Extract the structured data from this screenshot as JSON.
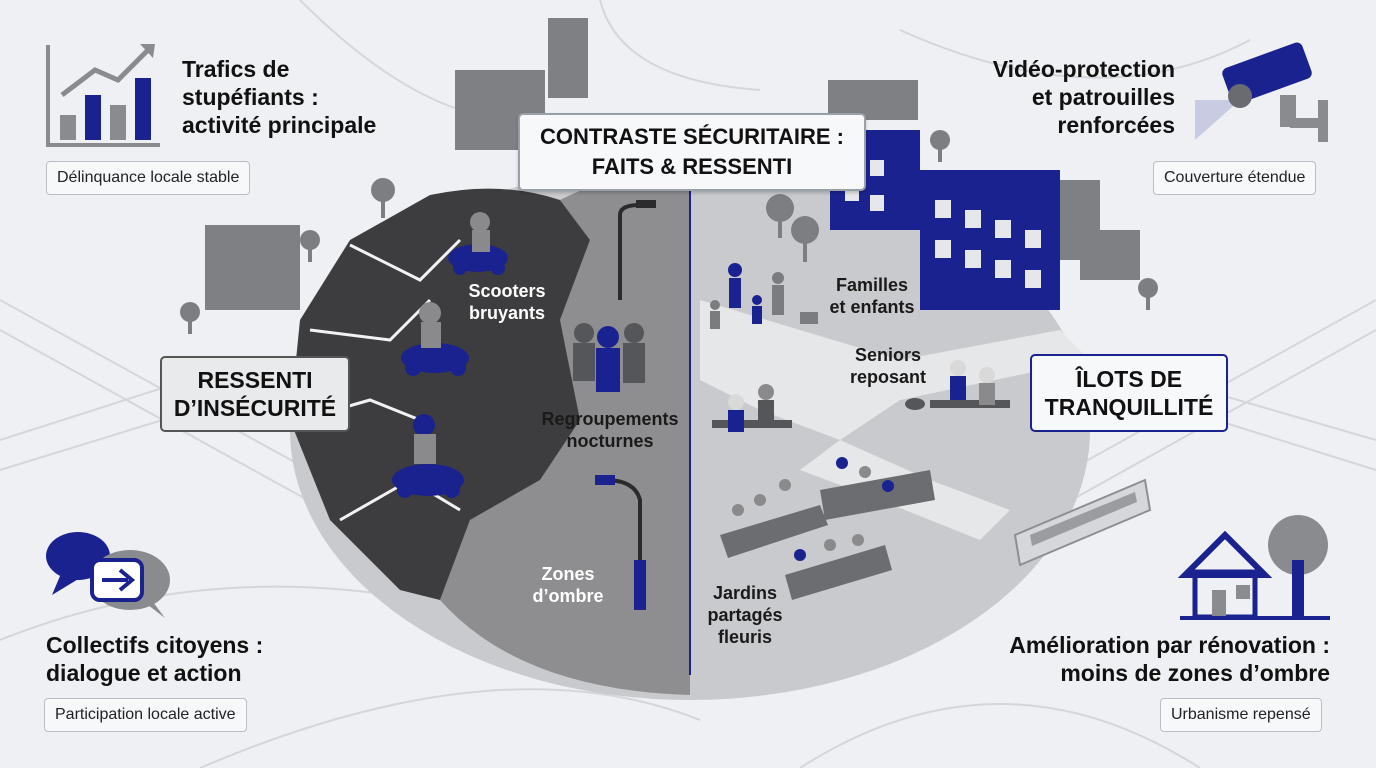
{
  "title": {
    "line1": "CONTRASTE SÉCURITAIRE :",
    "line2": "FAITS & RESSENTI"
  },
  "corners": {
    "top_left": {
      "title_line1": "Trafics de",
      "title_line2": "stupéfiants :",
      "title_line3": "activité principale",
      "badge": "Délinquance locale stable",
      "icon": "bar-chart-rising-icon"
    },
    "top_right": {
      "title_line1": "Vidéo-protection",
      "title_line2": "et patrouilles",
      "title_line3": "renforcées",
      "badge": "Couverture étendue",
      "icon": "security-camera-icon"
    },
    "bottom_left": {
      "title_line1": "Collectifs citoyens :",
      "title_line2": "dialogue et action",
      "badge": "Participation locale active",
      "icon": "speech-bubbles-arrow-icon"
    },
    "bottom_right": {
      "title_line1": "Amélioration par rénovation :",
      "title_line2": "moins de zones d’ombre",
      "badge": "Urbanisme repensé",
      "icon": "house-tree-icon"
    }
  },
  "side_boxes": {
    "left": {
      "line1": "RESSENTI",
      "line2": "D’INSÉCURITÉ"
    },
    "right": {
      "line1": "ÎLOTS DE",
      "line2": "TRANQUILLITÉ"
    }
  },
  "dark_side": {
    "scooters": {
      "line1": "Scooters",
      "line2": "bruyants"
    },
    "groups": {
      "line1": "Regroupements",
      "line2": "nocturnes"
    },
    "shadows": {
      "line1": "Zones",
      "line2": "d’ombre"
    }
  },
  "light_side": {
    "families": {
      "line1": "Familles",
      "line2": "et enfants"
    },
    "seniors": {
      "line1": "Seniors",
      "line2": "reposant"
    },
    "gardens": {
      "line1": "Jardins",
      "line2": "partagés",
      "line3": "fleuris"
    }
  },
  "colors": {
    "accent_blue": "#1a2290",
    "dark_zone": "#3d3d3f",
    "mid_zone": "#8e8e90",
    "light_zone": "#c9cacd",
    "background": "#eef0f3"
  }
}
